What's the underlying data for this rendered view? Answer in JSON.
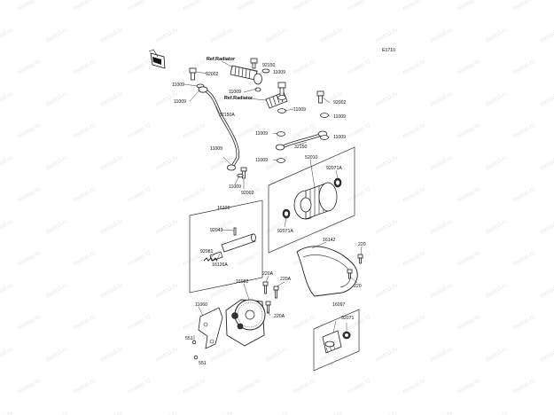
{
  "diagram": {
    "code": "E1710",
    "watermark": "motod.ru",
    "labels": {
      "ref_radiator_1": "Ref.Radiator",
      "ref_radiator_2": "Ref.Radiator",
      "p92150": "92150",
      "p11009_a": "11009",
      "p92002_a": "92002",
      "p11009_b": "11009",
      "p11009_c": "11009",
      "p11009_d": "11009",
      "p32150A": "32150A",
      "p11009_e": "11009",
      "p92002_b": "92002",
      "p11009_f": "11009",
      "p11009_g": "11009",
      "p11009_h": "11009",
      "p32150": "32150",
      "p11009_i": "11009",
      "p52010": "52010",
      "p11009_j": "11009",
      "p92002_c": "92002",
      "p92071A_a": "92071A",
      "p92071A_b": "92071A",
      "p16126": "16126",
      "p92043": "92043",
      "p92081": "92081",
      "p16126A": "16126A",
      "p16142": "16142",
      "p220_a": "220",
      "p220_b": "220",
      "p220A_a": "220A",
      "p220A_b": "220A",
      "p220A_c": "220A",
      "p16082": "16082",
      "p11060": "11060",
      "p551_a": "551",
      "p551_b": "551",
      "p16097": "16097",
      "p92071": "92071"
    }
  }
}
